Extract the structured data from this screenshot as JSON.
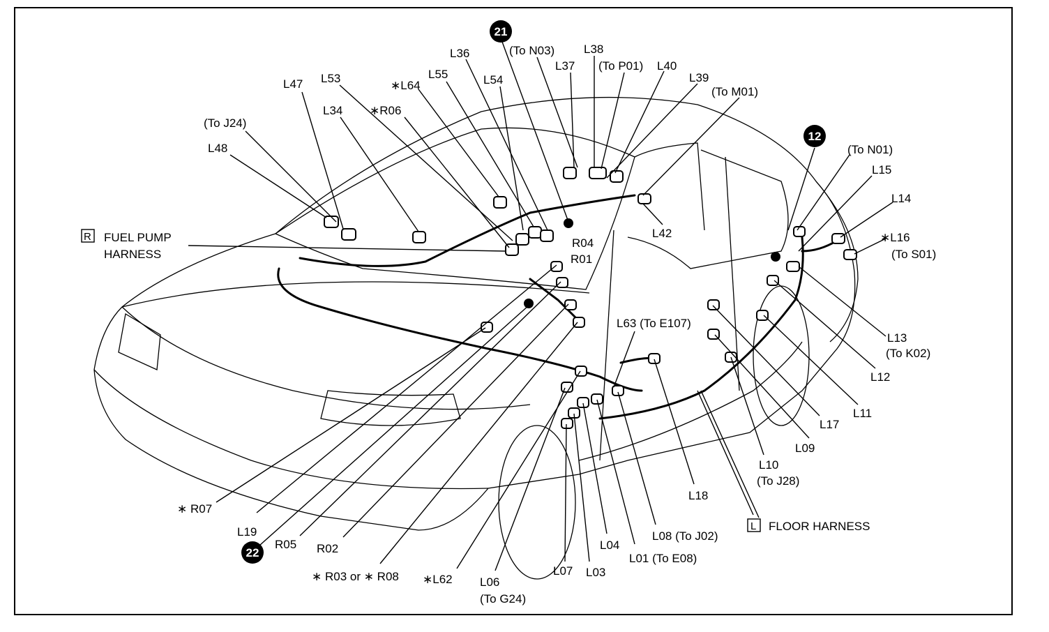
{
  "badges": {
    "b21": "21",
    "b12": "12",
    "b22": "22"
  },
  "labels": {
    "L47": "L47",
    "L53": "L53",
    "L36": "L36",
    "L55": "L55",
    "L64": "∗L64",
    "L54": "L54",
    "L37": "L37",
    "L38": "L38",
    "L40": "L40",
    "L39": "L39",
    "L34": "L34",
    "R06": "∗R06",
    "L48": "L48",
    "toJ24": "(To J24)",
    "toN03": "(To N03)",
    "toP01": "(To P01)",
    "toM01": "(To M01)",
    "L42": "L42",
    "R04": "R04",
    "R01": "R01",
    "toN01": "(To N01)",
    "L15": "L15",
    "L14": "L14",
    "L16": "∗L16",
    "toS01": "(To S01)",
    "L13": "L13",
    "toK02": "(To K02)",
    "L12": "L12",
    "L11": "L11",
    "L17": "L17",
    "L09": "L09",
    "L10": "L10",
    "toJ28": "(To J28)",
    "L63": "L63 (To E107)",
    "L18": "L18",
    "L08": "L08 (To J02)",
    "L01": "L01 (To E08)",
    "L04": "L04",
    "L03": "L03",
    "L07": "L07",
    "L06": "L06",
    "toG24": "(To G24)",
    "L62": "∗L62",
    "R03R08": "∗ R03 or ∗ R08",
    "R02": "R02",
    "R05": "R05",
    "L19": "L19",
    "R07": "∗ R07"
  },
  "harnesses": {
    "fuel_pump_marker": "R",
    "fuel_pump_line1": "FUEL PUMP",
    "fuel_pump_line2": "HARNESS",
    "floor_marker": "L",
    "floor": "FLOOR HARNESS"
  }
}
